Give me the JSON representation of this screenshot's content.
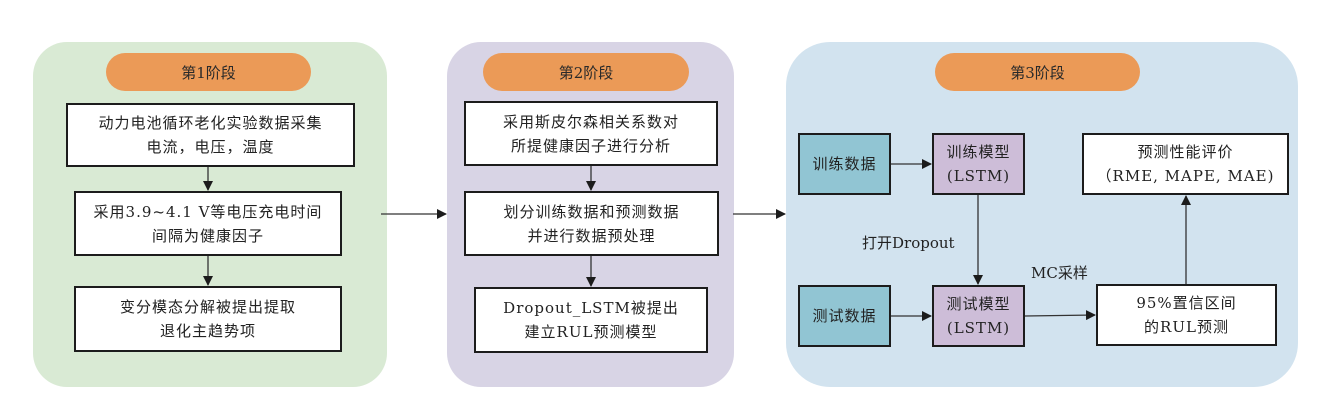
{
  "stages": [
    {
      "title": "第1阶段",
      "color": "#d9ead4",
      "boxes": [
        {
          "lines": [
            "动力电池循环老化实验数据采集",
            "电流，电压，温度"
          ]
        },
        {
          "lines": [
            "采用3.9~4.1 V等电压充电时间",
            "间隔为健康因子"
          ]
        },
        {
          "lines": [
            "变分模态分解被提出提取",
            "退化主趋势项"
          ]
        }
      ]
    },
    {
      "title": "第2阶段",
      "color": "#d8d4e5",
      "boxes": [
        {
          "lines": [
            "采用斯皮尔森相关系数对",
            "所提健康因子进行分析"
          ]
        },
        {
          "lines": [
            "划分训练数据和预测数据",
            "并进行数据预处理"
          ]
        },
        {
          "lines": [
            "Dropout_LSTM被提出",
            "建立RUL预测模型"
          ]
        }
      ]
    },
    {
      "title": "第3阶段",
      "color": "#d2e3ef",
      "nodes": {
        "train_data": {
          "lines": [
            "训练数据"
          ]
        },
        "train_model": {
          "lines": [
            "训练模型",
            "(LSTM)"
          ]
        },
        "test_data": {
          "lines": [
            "测试数据"
          ]
        },
        "test_model": {
          "lines": [
            "测试模型",
            "(LSTM)"
          ]
        },
        "rul_interval": {
          "lines": [
            "95%置信区间",
            "的RUL预测"
          ]
        },
        "evaluation": {
          "lines": [
            "预测性能评价",
            "（RME, MAPE, MAE)"
          ]
        }
      },
      "edge_labels": {
        "dropout": "打开Dropout",
        "mc_sampling": "MC采样"
      }
    }
  ],
  "colors": {
    "stage_header": "#eb9a57",
    "data_node": "#91c5d3",
    "model_node": "#cdbdd8"
  }
}
